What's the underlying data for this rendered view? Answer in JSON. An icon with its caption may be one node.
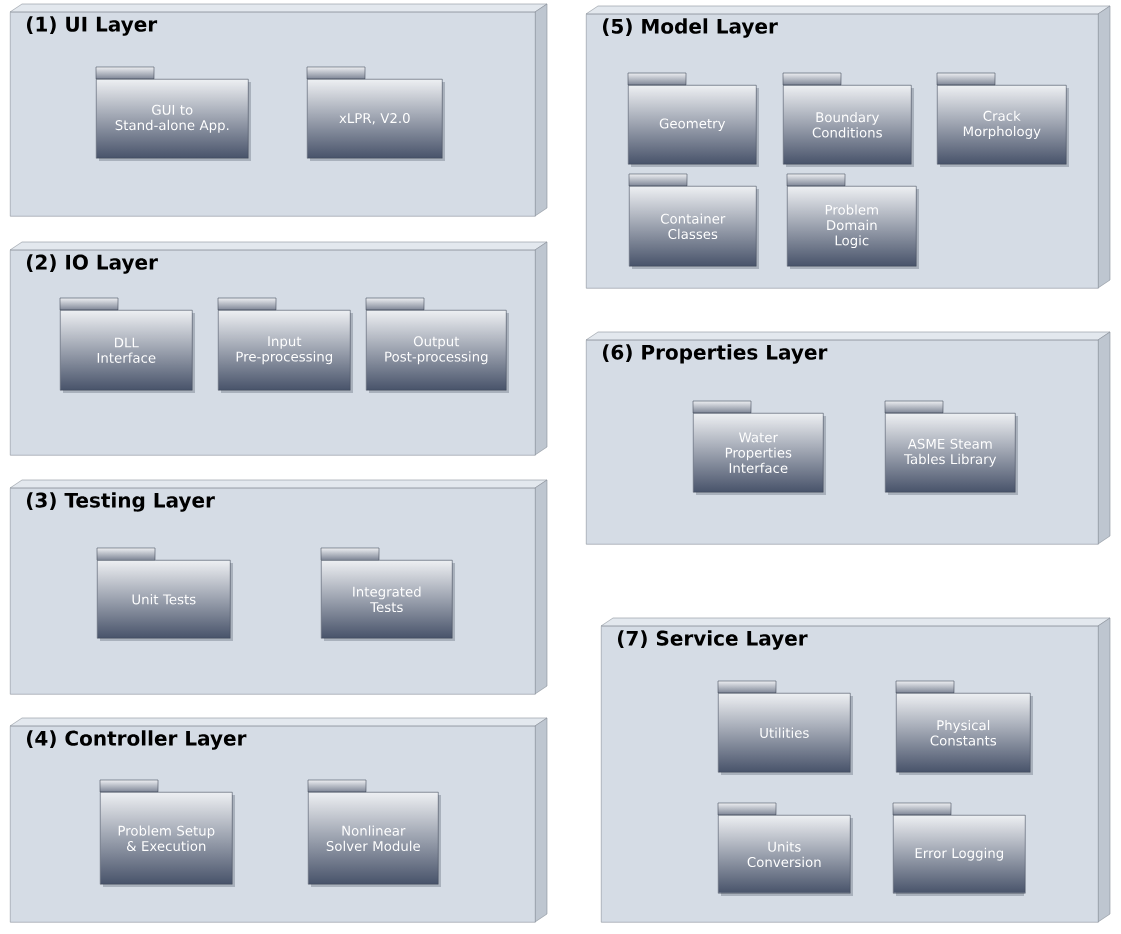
{
  "diagram": {
    "nodes": [
      {
        "text": [
          "(1) UI Layer"
        ]
      },
      {
        "text": [
          "GUI to Stand-alone App."
        ],
        "in": 0
      },
      {
        "text": [
          "xLPR, V2.0"
        ],
        "in": 0
      },
      {
        "text": [
          "(2) IO Layer"
        ]
      },
      {
        "text": [
          "DLL Interface"
        ],
        "in": 3
      },
      {
        "text": [
          "Input Pre-processing"
        ],
        "in": 3
      },
      {
        "text": [
          "Output Post-processing"
        ],
        "in": 3
      },
      {
        "text": [
          "(3) Testing Layer"
        ]
      },
      {
        "text": [
          "Unit Tests"
        ],
        "in": 7
      },
      {
        "text": [
          "Integrated Tests"
        ],
        "in": 7
      },
      {
        "text": [
          "(4) Controller Layer"
        ]
      },
      {
        "text": [
          "Problem Setup & Execution"
        ],
        "in": 10
      },
      {
        "text": [
          "Nonlinear Solver Module"
        ],
        "in": 10
      },
      {
        "text": [
          "(5) Model Layer"
        ]
      },
      {
        "text": [
          "Geometry"
        ],
        "in": 13
      },
      {
        "text": [
          "Boundary Conditions"
        ],
        "in": 13
      },
      {
        "text": [
          "Crack Morphology"
        ],
        "in": 13
      },
      {
        "text": [
          "Container Classes"
        ],
        "in": 13
      },
      {
        "text": [
          "Problem Domain Logic"
        ],
        "in": 13
      },
      {
        "text": [
          "(6) Properties Layer"
        ]
      },
      {
        "text": [
          "Water Properties Interface"
        ],
        "in": 19
      },
      {
        "text": [
          "ASME Steam Tables Library"
        ],
        "in": 19
      },
      {
        "text": [
          "(7) Service Layer"
        ]
      },
      {
        "text": [
          "Utilities"
        ],
        "in": 22
      },
      {
        "text": [
          "Physical Constants"
        ],
        "in": 22
      },
      {
        "text": [
          "Units Conversion"
        ],
        "in": 22
      },
      {
        "text": [
          "Error Logging"
        ],
        "in": 22
      }
    ]
  }
}
